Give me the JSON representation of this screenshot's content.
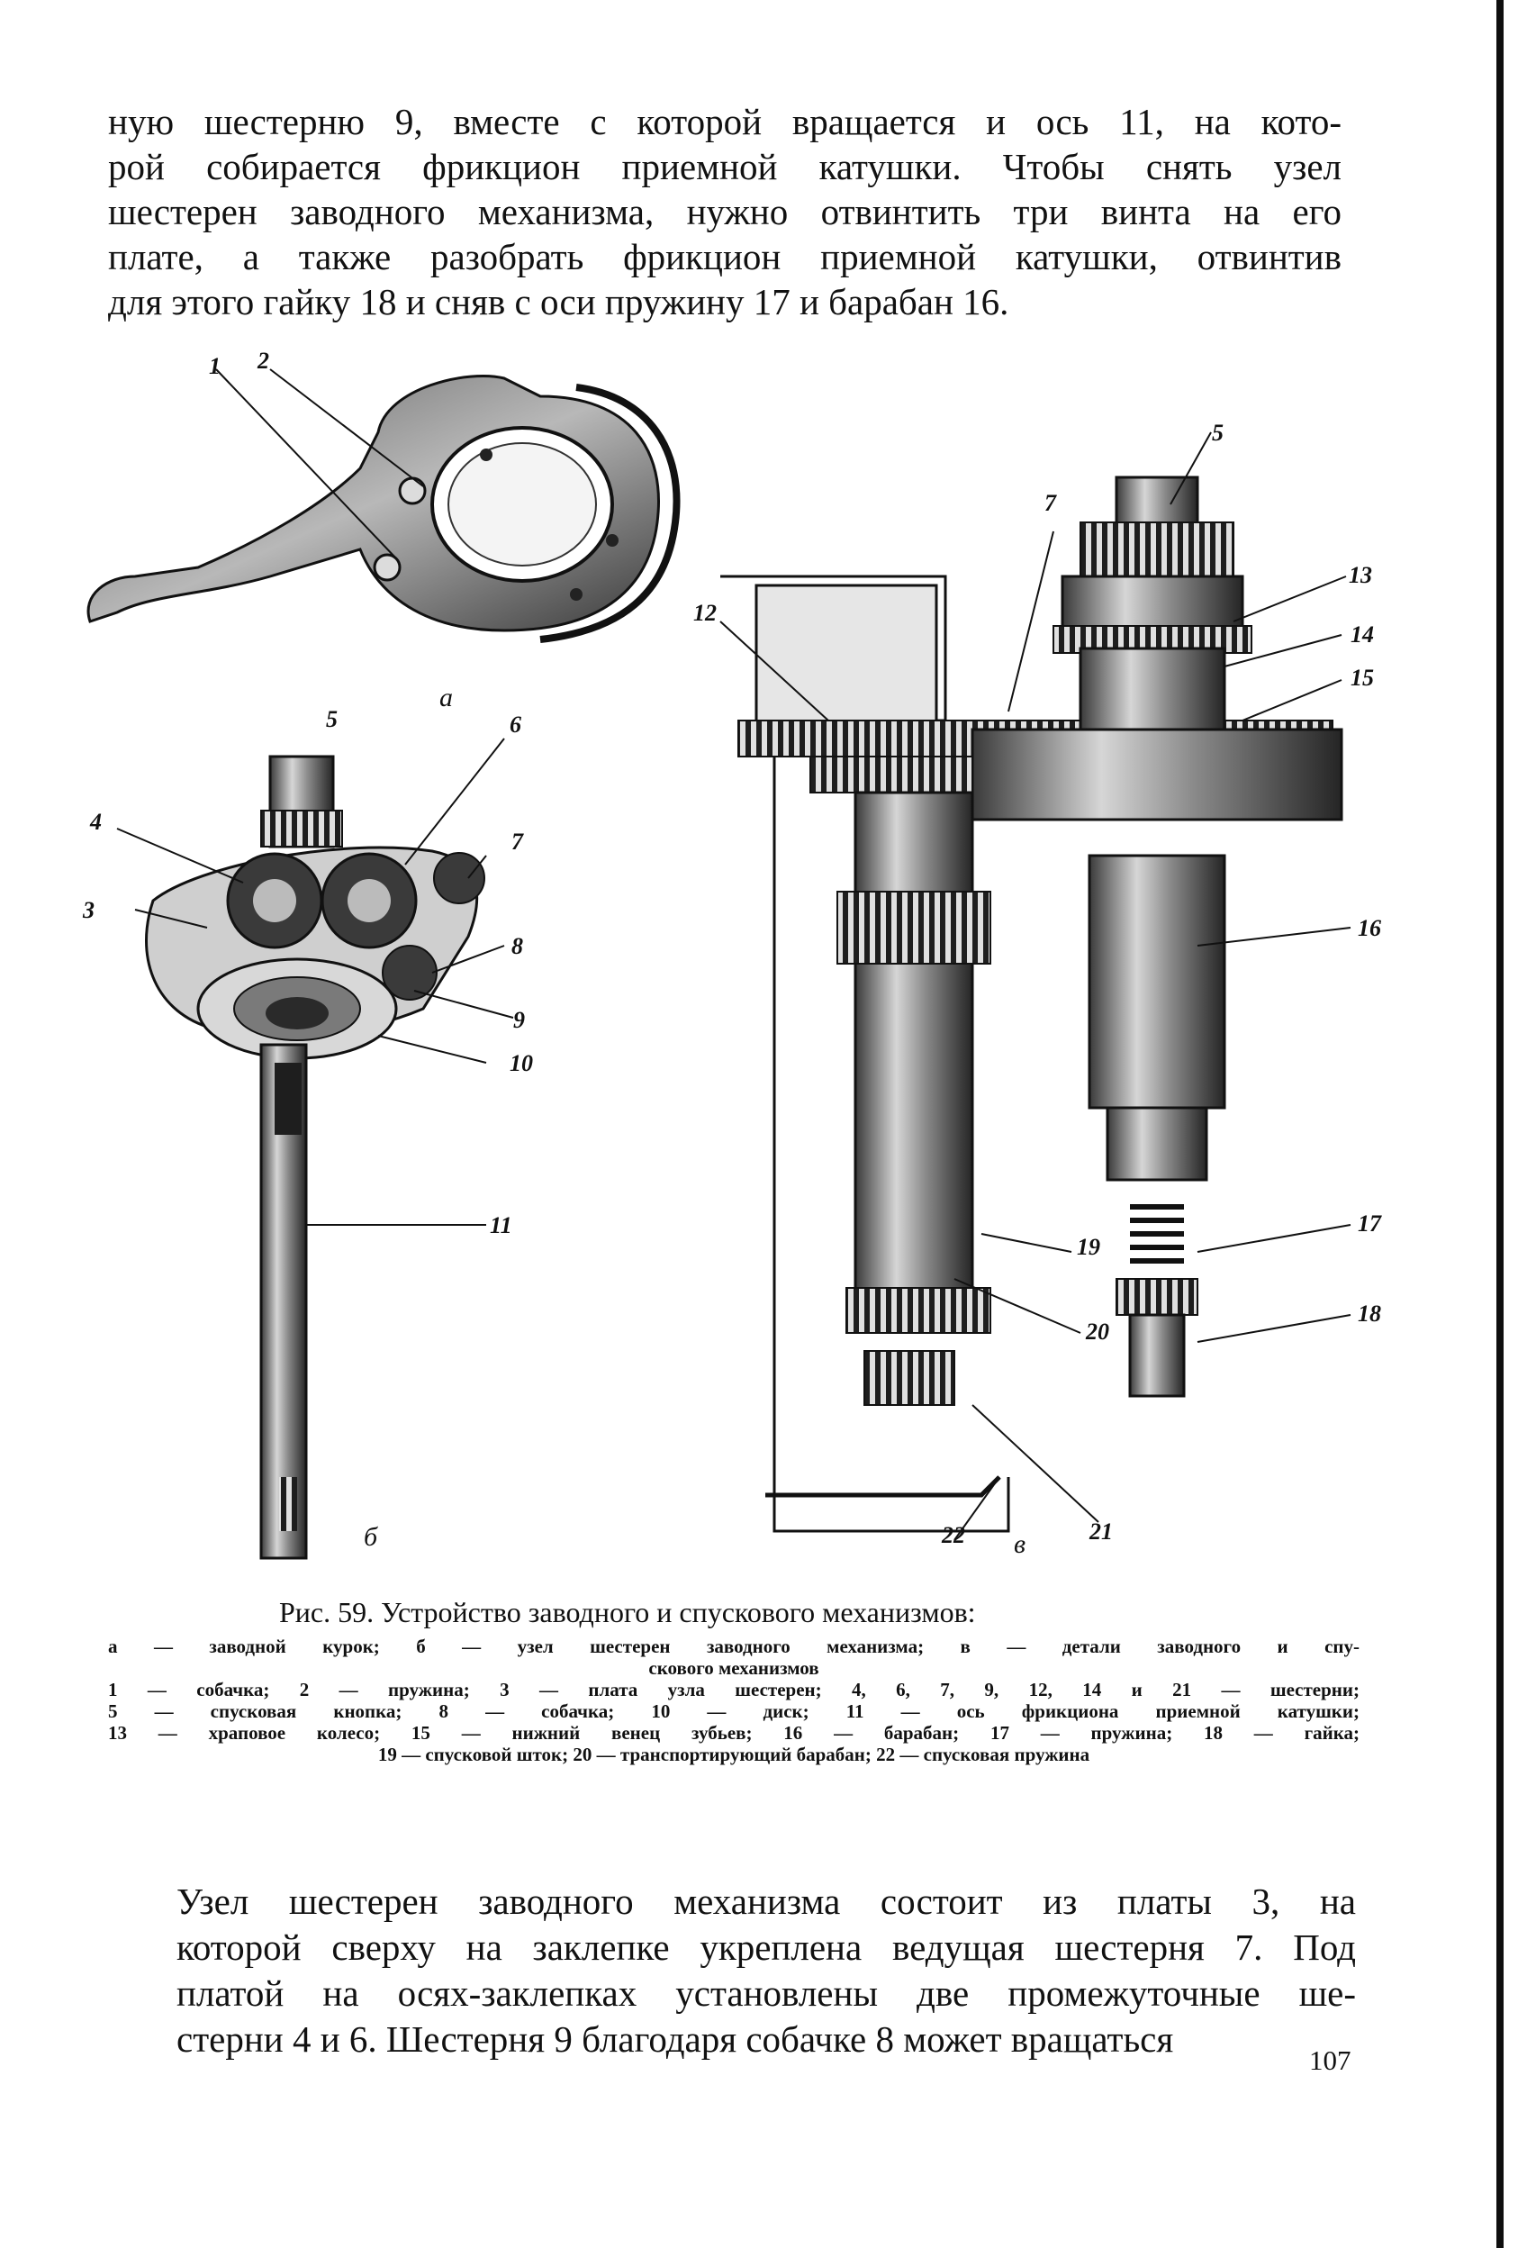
{
  "colors": {
    "ink": "#111111",
    "paper": "#ffffff",
    "metal_dark": "#2b2b2b",
    "metal_mid": "#7a7a7a",
    "metal_light": "#c9c9c9"
  },
  "paragraph_top": [
    "ную шестерню 9, вместе с которой вращается и ось 11, на кото-",
    "рой собирается фрикцион приемной катушки. Чтобы снять узел",
    "шестерен заводного механизма, нужно отвинтить три винта на его",
    "плате, а также разобрать фрикцион приемной катушки, отвинтив",
    "для этого гайку 18 и сняв с оси пружину 17 и барабан 16."
  ],
  "figure": {
    "labels_a": [
      "1",
      "2"
    ],
    "labels_b": [
      "5",
      "6",
      "4",
      "7",
      "3",
      "8",
      "9",
      "10",
      "11"
    ],
    "labels_v": [
      "5",
      "7",
      "13",
      "12",
      "14",
      "15",
      "16",
      "19",
      "17",
      "20",
      "18",
      "22",
      "21"
    ],
    "sublabels": {
      "a": "а",
      "b": "б",
      "v": "в"
    }
  },
  "caption": {
    "title": "Рис. 59. Устройство заводного и спускового механизмов:",
    "lines": [
      "а — заводной курок; б — узел шестерен заводного механизма; в — детали заводного и спу-",
      "скового механизмов",
      "1 — собачка; 2 — пружина; 3 — плата узла шестерен; 4, 6, 7, 9, 12, 14 и 21 — шестерни;",
      "5 — спусковая кнопка; 8 — собачка; 10 — диск; 11 — ось фрикциона приемной катушки;",
      "13 — храповое колесо; 15 — нижний венец зубьев; 16 — барабан; 17 — пружина; 18 — гайка;",
      "19 — спусковой шток; 20 — транспортирующий барабан; 22 — спусковая пружина"
    ]
  },
  "paragraph_bottom": [
    "Узел шестерен заводного механизма состоит из платы 3, на",
    "которой сверху на заклепке укреплена ведущая шестерня 7. Под",
    "платой на осях-заклепках установлены две промежуточные ше-",
    "стерни 4 и 6. Шестерня 9 благодаря собачке 8 может вращаться"
  ],
  "page_number": "107"
}
